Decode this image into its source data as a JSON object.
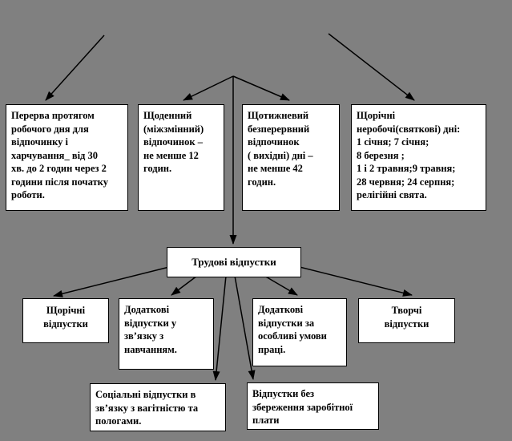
{
  "diagram": {
    "colors": {
      "background": "#808080",
      "node_fill": "#ffffff",
      "border": "#000000",
      "line": "#000000",
      "text": "#000000"
    },
    "nodes": {
      "break_work_day": {
        "label": "Перерва протягом\nробочого дня для\nвідпочинку  і\nхарчування_ від 30\nхв. до 2 годин через 2\nгодини після початку\nроботи."
      },
      "daily_rest": {
        "label": "Щоденний\n(міжзмінний)\nвідпочинок  –\nне менше 12\nгодин."
      },
      "weekly_rest": {
        "label": "Щотижневий\nбезперервний\nвідпочинок\n( вихідні) дні –\nне менше 42\nгодин."
      },
      "annual_holidays": {
        "label": "Щорічні\nнеробочі(святкові) дні:\n1 січня; 7 січня;\n8 березня ;\n1 і 2 травня;9 травня;\n28 червня; 24 серпня;\nрелігійні  свята."
      },
      "labor_vacations": {
        "label": "Трудові відпустки"
      },
      "annual_vacations": {
        "label": "Щорічні\nвідпустки"
      },
      "additional_study_vacations": {
        "label": "Додаткові\nвідпустки  у\nзв’язку з\nнавчанням."
      },
      "additional_conditions_vacations": {
        "label": "Додаткові\nвідпустки  за\nособливі умови\nпраці."
      },
      "creative_vacations": {
        "label": "Творчі\nвідпустки"
      },
      "social_vacations": {
        "label": "Соціальні  відпустки в\nзв’язку з вагітністю та\nпологами."
      },
      "unpaid_vacations": {
        "label": "Відпустки без\nзбереження заробітної\nплати"
      }
    },
    "edges": [
      {
        "from": "offpage-top-left",
        "to": "break_work_day"
      },
      {
        "from": "top-center-junction",
        "to": "daily_rest"
      },
      {
        "from": "top-center-junction",
        "to": "weekly_rest"
      },
      {
        "from": "top-center-junction",
        "to": "labor_vacations"
      },
      {
        "from": "offpage-top-right",
        "to": "annual_holidays"
      },
      {
        "from": "labor_vacations",
        "to": "annual_vacations"
      },
      {
        "from": "labor_vacations",
        "to": "additional_study_vacations"
      },
      {
        "from": "labor_vacations",
        "to": "social_vacations"
      },
      {
        "from": "labor_vacations",
        "to": "unpaid_vacations"
      },
      {
        "from": "labor_vacations",
        "to": "additional_conditions_vacations"
      },
      {
        "from": "labor_vacations",
        "to": "creative_vacations"
      }
    ]
  }
}
